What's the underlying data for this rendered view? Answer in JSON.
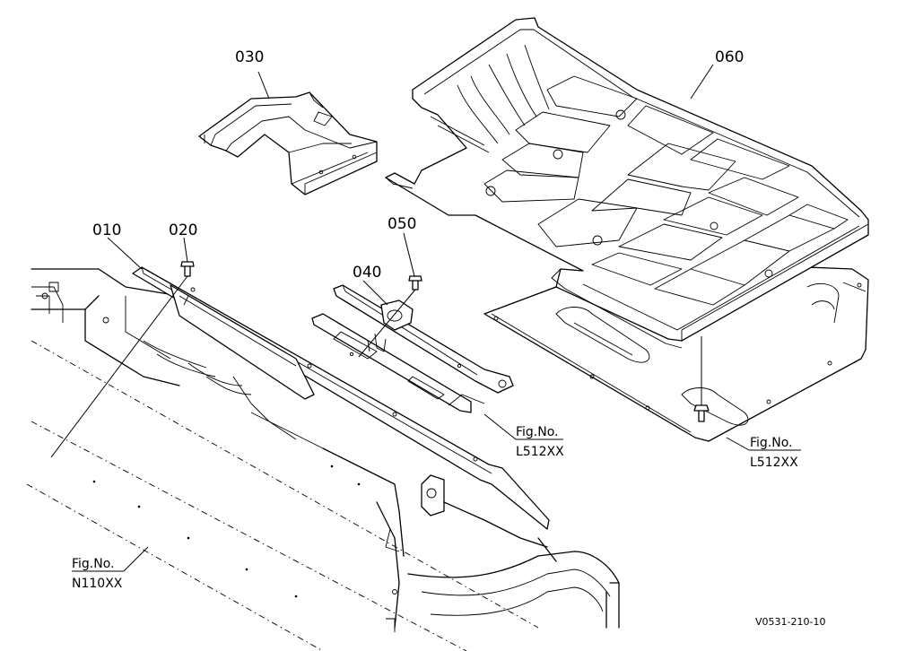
{
  "parts": {
    "p010": "010",
    "p020": "020",
    "p030": "030",
    "p040": "040",
    "p050": "050",
    "p060": "060"
  },
  "figure_refs": {
    "ref1": {
      "label": "Fig.No.",
      "code": "L512XX"
    },
    "ref2": {
      "label": "Fig.No.",
      "code": "L512XX"
    },
    "ref3": {
      "label": "Fig.No.",
      "code": "N110XX"
    }
  },
  "drawing_code": "V0531-210-10"
}
